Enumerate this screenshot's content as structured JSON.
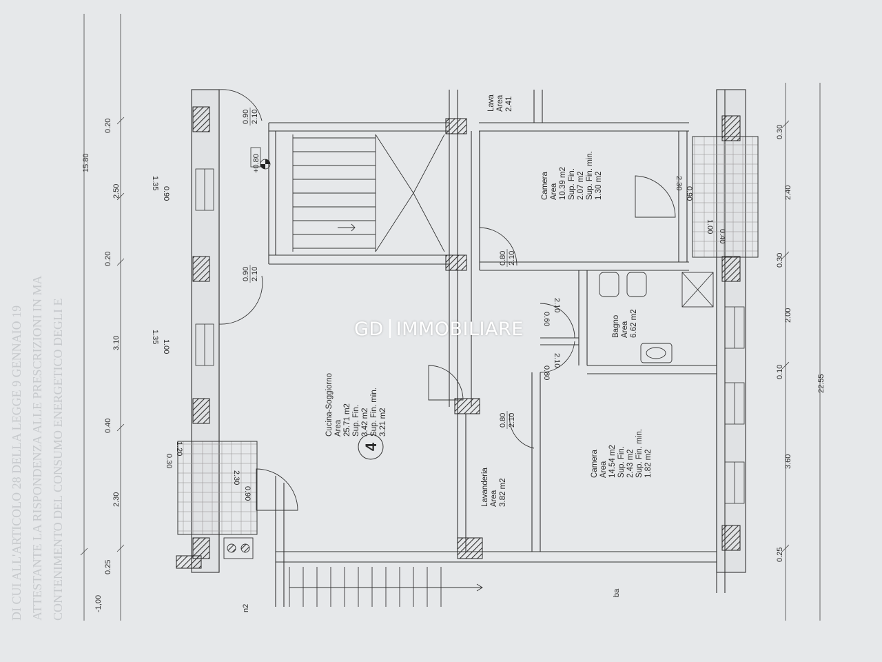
{
  "watermark": {
    "left": "GD",
    "right": "IMMOBILIARE"
  },
  "unit_number": "4",
  "rooms": {
    "cucina": {
      "name": "Cucina-Soggiorno",
      "area_label": "Area",
      "area": "25.71 m2",
      "sup_fin_label": "Sup. Fin.",
      "sup_fin": "3.42 m2",
      "sup_fin_min_label": "Sup. Fin. min.",
      "sup_fin_min": "3.21 m2"
    },
    "camera_top": {
      "name": "Camera",
      "area_label": "Area",
      "area": "10.39 m2",
      "sup_fin_label": "Sup. Fin.",
      "sup_fin": "2.07 m2",
      "sup_fin_min_label": "Sup. Fin. min.",
      "sup_fin_min": "1.30 m2"
    },
    "camera_bottom": {
      "name": "Camera",
      "area_label": "Area",
      "area": "14.54 m2",
      "sup_fin_label": "Sup. Fin.",
      "sup_fin": "2.43 m2",
      "sup_fin_min_label": "Sup. Fin. min.",
      "sup_fin_min": "1.82 m2"
    },
    "bagno": {
      "name": "Bagno",
      "area_label": "Area",
      "area": "6.62 m2"
    },
    "lavanderia": {
      "name": "Lavanderia",
      "area_label": "Area",
      "area": "3.82 m2"
    },
    "lavatoio": {
      "name": "Lava",
      "area_label": "Area",
      "area": "2.41"
    }
  },
  "door_labels": [
    {
      "w": "0.90",
      "h": "2.10"
    },
    {
      "w": "0.90",
      "h": "2.10"
    },
    {
      "w": "0.80",
      "h": "2.10"
    },
    {
      "w": "0.80",
      "h": "2.10"
    }
  ],
  "level_marker": "+0.80",
  "window_labels": [
    "1.35",
    "0.90",
    "1.35",
    "1.00",
    "0.60",
    "2.10",
    "0.80",
    "2.10",
    "2.30",
    "0.90",
    "1.00",
    "0.40",
    "1.20",
    "0.30",
    "2.30",
    "0.90"
  ],
  "dimensions_left": [
    "0.20",
    "2.50",
    "0.20",
    "3.10",
    "0.40",
    "2.30",
    "0.25",
    "-1,00"
  ],
  "dimension_total_left": "15.80",
  "dimensions_right": [
    "0.30",
    "2.40",
    "0.30",
    "2.00",
    "0.10",
    "3.60",
    "0.25"
  ],
  "dimension_total_right": "22.55",
  "edge_labels": [
    "n2",
    "ba"
  ]
}
